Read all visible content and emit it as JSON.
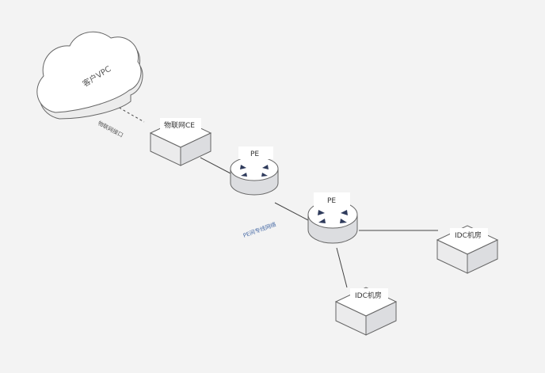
{
  "colors": {
    "background": "#f3f3f3",
    "line": "#444444",
    "edge_label": "#4d6fa8",
    "box_top": "#ffffff",
    "box_left": "#ebebec",
    "box_right": "#dcdde0",
    "stroke": "#666666",
    "arrow": "#2f3b5c"
  },
  "cloud": {
    "label": "客户VPC",
    "icon": "cloud-icon"
  },
  "nodes": {
    "ce": {
      "label": "物联网CE",
      "icon": "device-box-icon"
    },
    "pe1": {
      "label": "PE",
      "icon": "router-icon"
    },
    "pe2": {
      "label": "PE",
      "icon": "router-icon"
    },
    "idc1": {
      "label": "IDC机房",
      "icon": "server-box-icon"
    },
    "idc2": {
      "label": "IDC机房",
      "icon": "server-box-icon"
    }
  },
  "edges": {
    "cloud_ce": {
      "label": "物联网接口",
      "style": "dashed"
    },
    "pe1_pe2": {
      "label": "PE间专线网络",
      "style": "solid"
    }
  }
}
